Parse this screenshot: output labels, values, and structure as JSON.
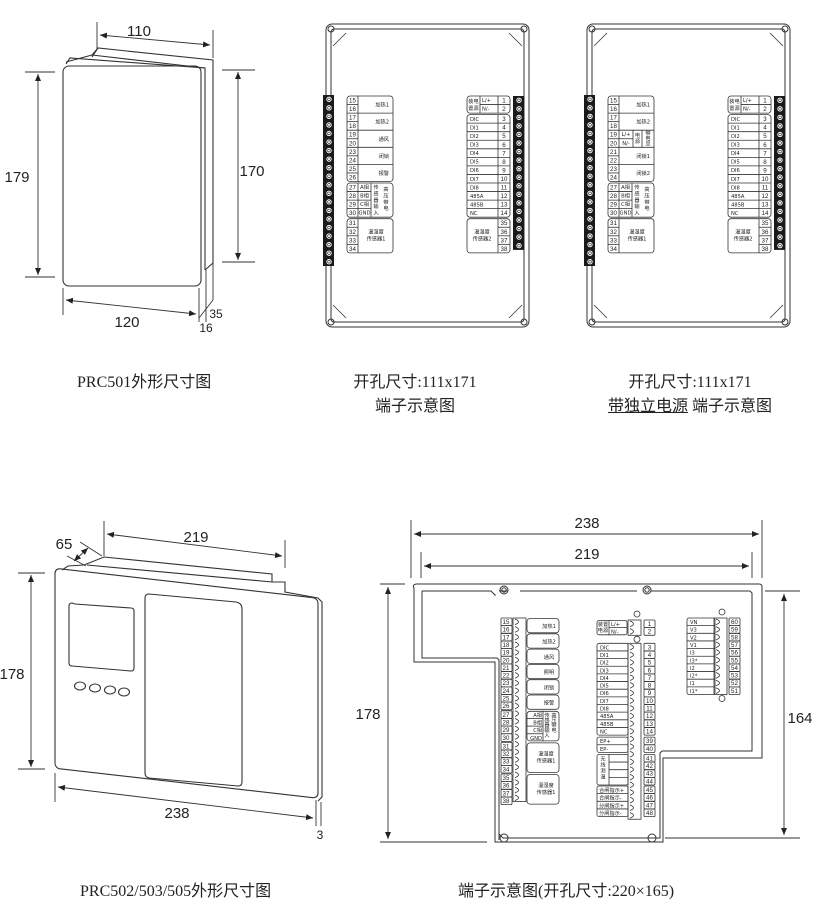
{
  "captions": {
    "prc501": "PRC501外形尺寸图",
    "cutout1_line1": "开孔尺寸:111x171",
    "cutout1_line2": "端子示意图",
    "cutout2_line1": "开孔尺寸:111x171",
    "cutout2_underlined": "带独立电源",
    "cutout2_rest": " 端子示意图",
    "prc502": "PRC502/503/505外形尺寸图",
    "terminal_big": "端子示意图(开孔尺寸:220×165)"
  },
  "prc501_dims": {
    "top_width": "110",
    "height_front": "179",
    "height_back": "170",
    "bottom_width": "120",
    "depth_a": "35",
    "depth_b": "16"
  },
  "prc502_dims": {
    "depth": "65",
    "top_width": "219",
    "height": "178",
    "bottom_width": "238",
    "thickness": "3"
  },
  "terminal_big_dims": {
    "outer_width": "238",
    "inner_width": "219",
    "height_left": "178",
    "height_right": "164"
  },
  "panel1": {
    "left": [
      {
        "nums": [
          "15",
          "16"
        ],
        "label": "加热1"
      },
      {
        "nums": [
          "17",
          "18"
        ],
        "label": "加热2"
      },
      {
        "nums": [
          "19",
          "20"
        ],
        "label": "通风"
      },
      {
        "nums": [
          "23",
          "24"
        ],
        "label": "闭锁"
      },
      {
        "nums": [
          "25",
          "26"
        ],
        "label": "报警"
      }
    ],
    "sensor": {
      "nums": [
        "27",
        "28",
        "29",
        "30"
      ],
      "phases": [
        "A相",
        "B相",
        "C相",
        "GND"
      ],
      "label1": "传感器输入",
      "label2": "高压带电"
    },
    "temp1": {
      "nums": [
        "31",
        "32",
        "33",
        "34"
      ],
      "label_a": "温湿度",
      "label_b": "传感器1"
    },
    "power": {
      "label_a": "装电",
      "label_b": "置源",
      "lines": [
        "L/+",
        "N/-"
      ],
      "nums": [
        "1",
        "2"
      ]
    },
    "right": [
      {
        "label": "DIC",
        "num": "3"
      },
      {
        "label": "DI1",
        "num": "4"
      },
      {
        "label": "DI2",
        "num": "5"
      },
      {
        "label": "DI3",
        "num": "6"
      },
      {
        "label": "DI4",
        "num": "7"
      },
      {
        "label": "DI5",
        "num": "8"
      },
      {
        "label": "DI6",
        "num": "9"
      },
      {
        "label": "DI7",
        "num": "10"
      },
      {
        "label": "DI8",
        "num": "11"
      },
      {
        "label": "485A",
        "num": "12"
      },
      {
        "label": "485B",
        "num": "13"
      },
      {
        "label": "NC",
        "num": "14"
      }
    ],
    "temp2": {
      "nums": [
        "35",
        "36",
        "37",
        "38"
      ],
      "label_a": "温湿度",
      "label_b": "传感器2"
    }
  },
  "panel2": {
    "left": [
      {
        "nums": [
          "15",
          "16"
        ],
        "label": "加热1"
      },
      {
        "nums": [
          "17",
          "18"
        ],
        "label": "加热2"
      },
      {
        "nums": [
          "19",
          "20"
        ],
        "lines": [
          "L/+",
          "N/-"
        ],
        "label1": "电源",
        "label2": "带电显"
      },
      {
        "nums": [
          "21",
          "22"
        ],
        "label": "闭锁1"
      },
      {
        "nums": [
          "23",
          "24"
        ],
        "label": "闭锁2"
      }
    ]
  },
  "big": {
    "left": [
      {
        "nums": [
          "15",
          "16"
        ],
        "label": "加热1"
      },
      {
        "nums": [
          "17",
          "18"
        ],
        "label": "加热2"
      },
      {
        "nums": [
          "19",
          "20"
        ],
        "label": "通风"
      },
      {
        "nums": [
          "21",
          "22"
        ],
        "label": "照明"
      },
      {
        "nums": [
          "23",
          "24"
        ],
        "label": "闭锁"
      },
      {
        "nums": [
          "25",
          "26"
        ],
        "label": "报警"
      }
    ],
    "sensor": {
      "nums": [
        "27",
        "28",
        "29",
        "30"
      ],
      "phases": [
        "A相",
        "B相",
        "C相",
        "GND"
      ],
      "label1": "传感器输入",
      "label2": "高压带电"
    },
    "temp1": {
      "nums": [
        "31",
        "32",
        "33",
        "34"
      ],
      "label_a": "温湿度",
      "label_b": "传感器1"
    },
    "temp2": {
      "nums": [
        "35",
        "36",
        "37",
        "38"
      ],
      "label_a": "温湿度",
      "label_b": "传感器1"
    },
    "power": {
      "label_a": "装置",
      "label_b": "电源",
      "lines": [
        "L/+",
        "N/-"
      ],
      "nums": [
        "1",
        "2"
      ]
    },
    "mid": [
      {
        "label": "DIC",
        "num": "3"
      },
      {
        "label": "DI1",
        "num": "4"
      },
      {
        "label": "DI2",
        "num": "5"
      },
      {
        "label": "DI3",
        "num": "6"
      },
      {
        "label": "DI4",
        "num": "7"
      },
      {
        "label": "DI5",
        "num": "8"
      },
      {
        "label": "DI6",
        "num": "9"
      },
      {
        "label": "DI7",
        "num": "10"
      },
      {
        "label": "DI8",
        "num": "11"
      },
      {
        "label": "485A",
        "num": "12"
      },
      {
        "label": "485B",
        "num": "13"
      },
      {
        "label": "NC",
        "num": "14"
      }
    ],
    "ep": [
      {
        "label": "EP+",
        "num": "39"
      },
      {
        "label": "EP-",
        "num": "40"
      }
    ],
    "wireless": {
      "label": "无线测温",
      "nums": [
        "41",
        "42",
        "43",
        "44"
      ]
    },
    "indicators": [
      {
        "label": "合闸指示+",
        "num": "45"
      },
      {
        "label": "合闸指示-",
        "num": "46"
      },
      {
        "label": "分闸指示+",
        "num": "47"
      },
      {
        "label": "分闸指示-",
        "num": "48"
      }
    ],
    "meter": [
      {
        "label": "VN",
        "num": "60"
      },
      {
        "label": "V3",
        "num": "59"
      },
      {
        "label": "V2",
        "num": "58"
      },
      {
        "label": "V1",
        "num": "57"
      },
      {
        "label": "I3",
        "num": "56"
      },
      {
        "label": "I3*",
        "num": "55"
      },
      {
        "label": "I2",
        "num": "54"
      },
      {
        "label": "I2*",
        "num": "53"
      },
      {
        "label": "I1",
        "num": "52"
      },
      {
        "label": "I1*",
        "num": "51"
      }
    ]
  }
}
